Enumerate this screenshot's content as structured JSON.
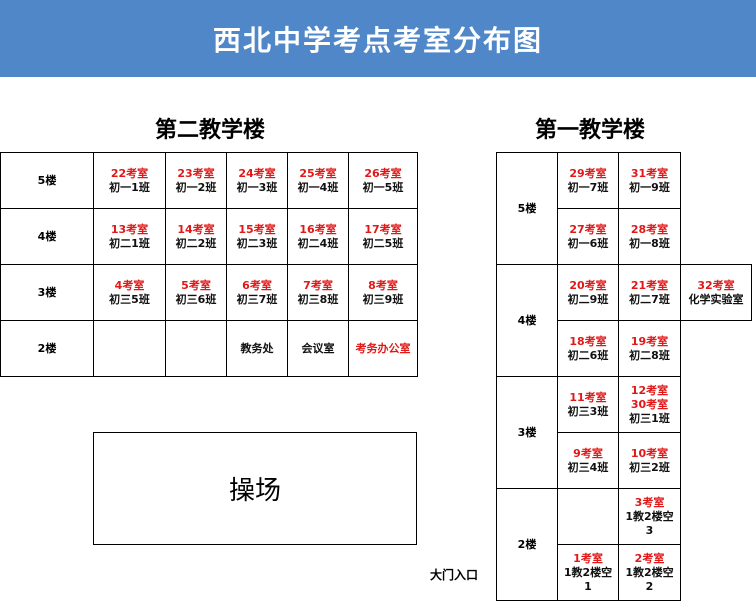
{
  "title": "西北中学考点考室分布图",
  "building2": {
    "title": "第二教学楼",
    "floors": [
      {
        "label": "5楼",
        "rooms": [
          {
            "room": "22考室",
            "cls": "初一1班"
          },
          {
            "room": "23考室",
            "cls": "初一2班"
          },
          {
            "room": "24考室",
            "cls": "初一3班"
          },
          {
            "room": "25考室",
            "cls": "初一4班"
          },
          {
            "room": "26考室",
            "cls": "初一5班"
          }
        ]
      },
      {
        "label": "4楼",
        "rooms": [
          {
            "room": "13考室",
            "cls": "初二1班"
          },
          {
            "room": "14考室",
            "cls": "初二2班"
          },
          {
            "room": "15考室",
            "cls": "初二3班"
          },
          {
            "room": "16考室",
            "cls": "初二4班"
          },
          {
            "room": "17考室",
            "cls": "初二5班"
          }
        ]
      },
      {
        "label": "3楼",
        "rooms": [
          {
            "room": "4考室",
            "cls": "初三5班"
          },
          {
            "room": "5考室",
            "cls": "初三6班"
          },
          {
            "room": "6考室",
            "cls": "初三7班"
          },
          {
            "room": "7考室",
            "cls": "初三8班"
          },
          {
            "room": "8考室",
            "cls": "初三9班"
          }
        ]
      },
      {
        "label": "2楼",
        "rooms": [
          {
            "room": "",
            "cls": ""
          },
          {
            "room": "",
            "cls": ""
          },
          {
            "room": "",
            "cls": "教务处"
          },
          {
            "room": "",
            "cls": "会议室"
          },
          {
            "room": "考务办公室",
            "cls": ""
          }
        ]
      }
    ]
  },
  "building1": {
    "title": "第一教学楼",
    "floors": [
      {
        "label": "5楼"
      },
      {
        "label": "4楼"
      },
      {
        "label": "3楼"
      },
      {
        "label": "2楼"
      }
    ],
    "rooms": [
      {
        "room": "29考室",
        "cls": "初一7班"
      },
      {
        "room": "31考室",
        "cls": "初一9班"
      },
      {
        "room": "27考室",
        "cls": "初一6班"
      },
      {
        "room": "28考室",
        "cls": "初一8班"
      },
      {
        "room": "20考室",
        "cls": "初二9班"
      },
      {
        "room": "21考室",
        "cls": "初二7班"
      },
      {
        "room": "32考室",
        "cls": "化学实验室"
      },
      {
        "room": "18考室",
        "cls": "初二6班"
      },
      {
        "room": "19考室",
        "cls": "初二8班"
      },
      {
        "room": "11考室",
        "cls": "初三3班"
      },
      {
        "room": "12考室\n30考室",
        "cls": "初三1班"
      },
      {
        "room": "9考室",
        "cls": "初三4班"
      },
      {
        "room": "10考室",
        "cls": "初三2班"
      },
      {
        "room": "",
        "cls": ""
      },
      {
        "room": "3考室",
        "cls": "1教2楼空\n3"
      },
      {
        "room": "1考室",
        "cls": "1教2楼空\n1"
      },
      {
        "room": "2考室",
        "cls": "1教2楼空\n2"
      }
    ]
  },
  "playground": "操场",
  "gate": "大门入口",
  "colors": {
    "banner": "#4f87c9",
    "room_red": "#e01818"
  }
}
